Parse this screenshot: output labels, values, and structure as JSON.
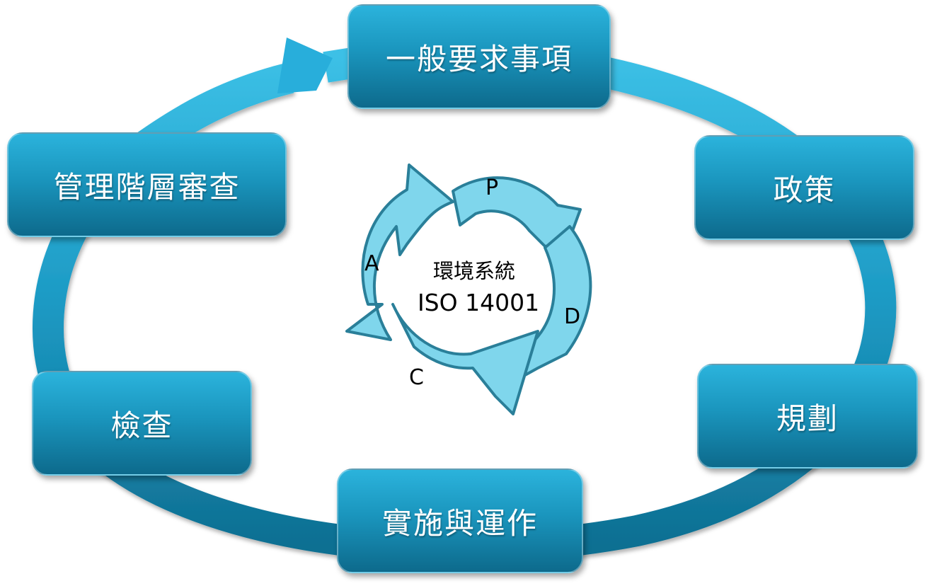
{
  "center": {
    "title": "環境系統",
    "standard": "ISO 14001"
  },
  "pdca": {
    "p": "P",
    "d": "D",
    "c": "C",
    "a": "A"
  },
  "steps": {
    "general": "一般要求事項",
    "policy": "政策",
    "planning": "規劃",
    "implementation": "實施與運作",
    "checking": "檢查",
    "review": "管理階層審查"
  },
  "colors": {
    "cycle_ring": "#1a8fba",
    "box_top": "#2bb3dc",
    "box_bottom": "#0d6a8c",
    "pdca_fill": "#7fd6ec",
    "pdca_stroke": "#2a7f99"
  }
}
